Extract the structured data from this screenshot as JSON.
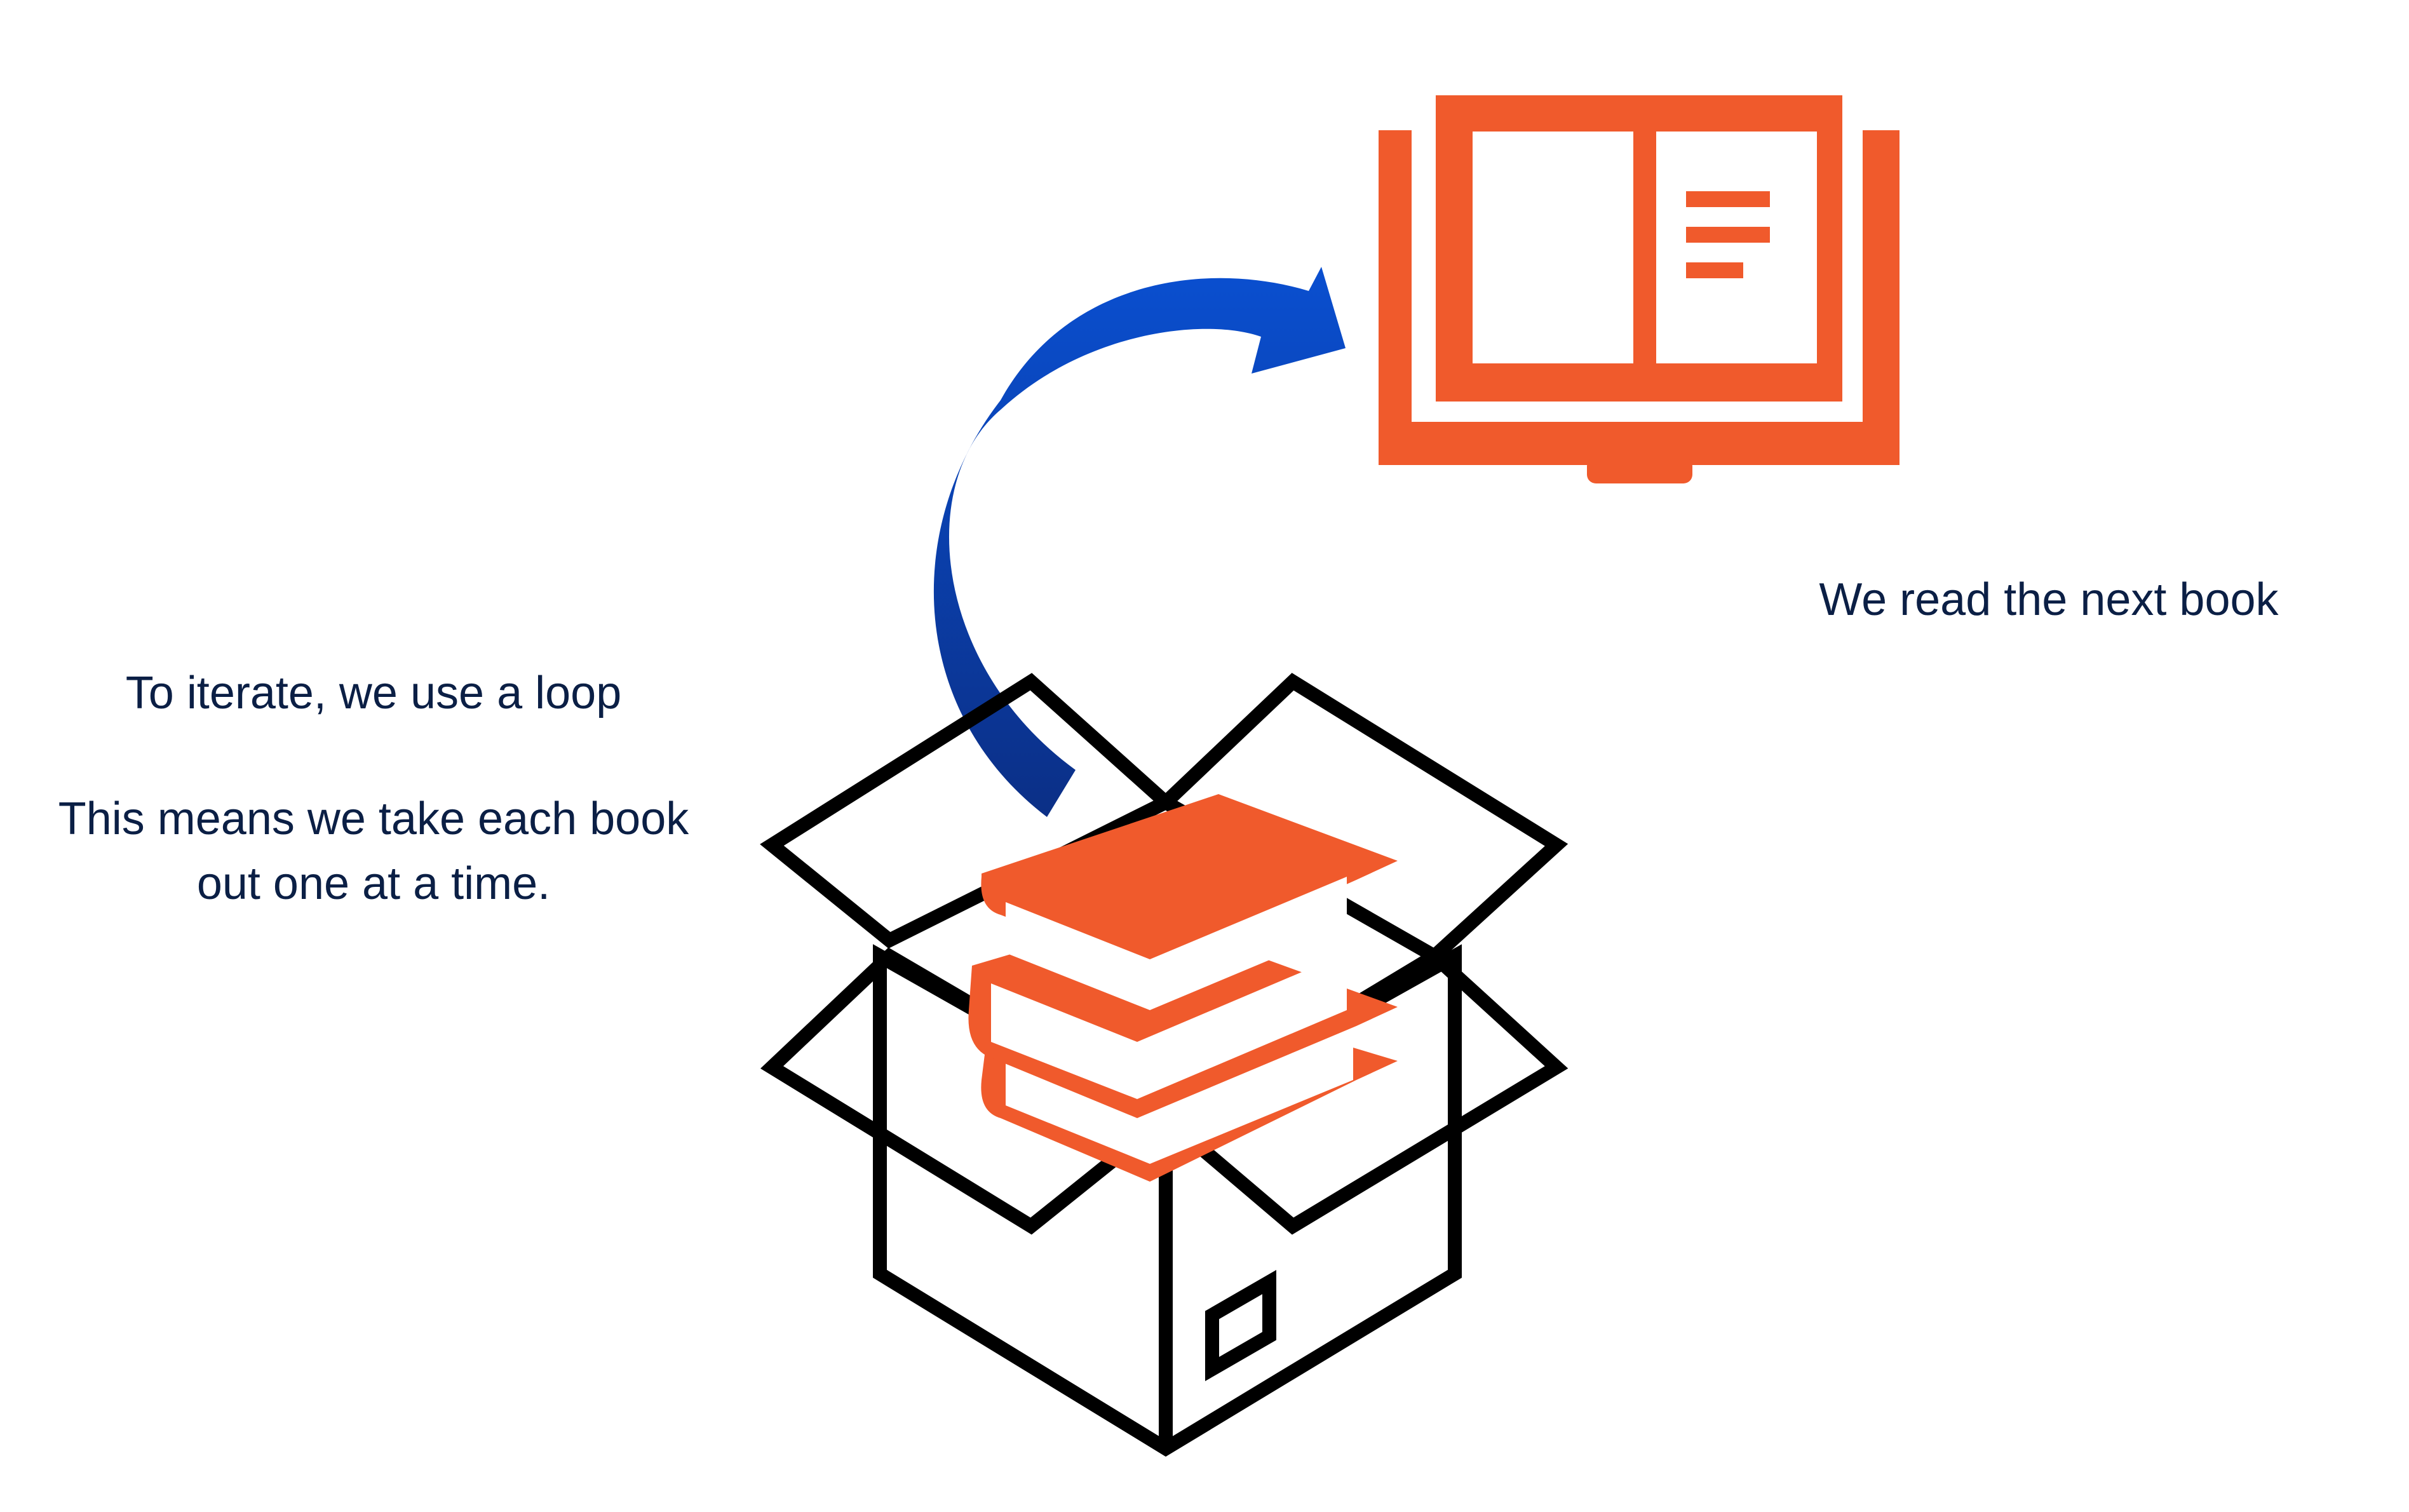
{
  "colors": {
    "background": "#ffffff",
    "text": "#0b1f45",
    "book_orange": "#f05a2c",
    "box_outline": "#000000",
    "arrow_light": "#0a4fd0",
    "arrow_dark": "#0b2f86"
  },
  "icons": {
    "open_book": "open-book-icon",
    "book_stack": "book-stack-icon",
    "open_box": "open-box-icon",
    "arrow": "curved-arrow-icon"
  },
  "captions": {
    "read_next": "We read the next book",
    "loop_title": "To iterate, we use a loop",
    "loop_line_1": "This means we take each book",
    "loop_line_2": "out one at a time."
  }
}
